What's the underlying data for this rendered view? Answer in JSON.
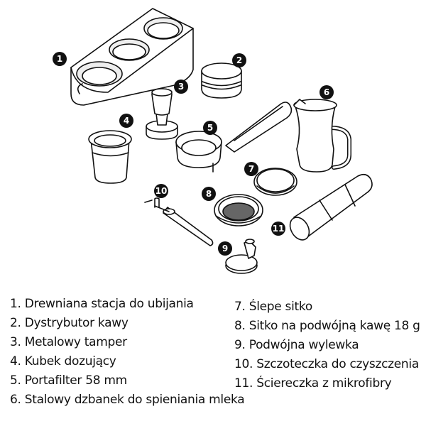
{
  "callouts": [
    "1",
    "2",
    "3",
    "4",
    "5",
    "6",
    "7",
    "8",
    "9",
    "10",
    "11"
  ],
  "legend": {
    "left": [
      "1. Drewniana stacja do ubijania",
      "2. Dystrybutor kawy",
      "3. Metalowy tamper",
      "4. Kubek dozujący",
      "5. Portafilter 58 mm",
      "6. Stalowy dzbanek do spieniania mleka"
    ],
    "right": [
      "7. Ślepe sitko",
      "8. Sitko na podwójną kawę 18 g",
      "9. Podwójna wylewka",
      "10. Szczoteczka do czyszczenia",
      "11. Ściereczka z mikrofibry"
    ]
  }
}
